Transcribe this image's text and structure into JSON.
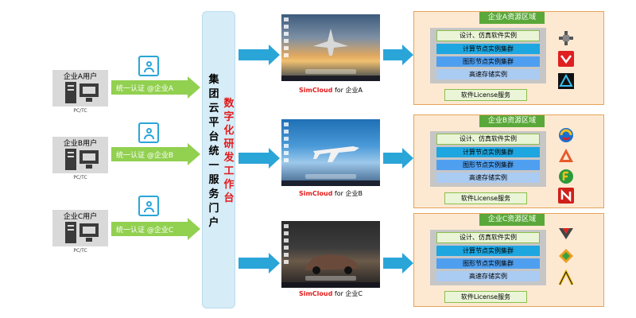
{
  "users": [
    {
      "label": "企业A用户",
      "device": "PC/TC",
      "auth": "统一认证 @企业A"
    },
    {
      "label": "企业B用户",
      "device": "PC/TC",
      "auth": "统一认证 @企业B"
    },
    {
      "label": "企业C用户",
      "device": "PC/TC",
      "auth": "统一认证 @企业C"
    }
  ],
  "portal": {
    "title_chars": [
      "集",
      "团",
      "云",
      "平",
      "台",
      "统",
      "一",
      "服",
      "务",
      "门",
      "户"
    ],
    "subtitle_chars": [
      "数",
      "字",
      "化",
      "研",
      "发",
      "工",
      "作",
      "台"
    ]
  },
  "clouds": [
    {
      "brand": "SimCloud",
      "suffix": " for 企业A"
    },
    {
      "brand": "SimCloud",
      "suffix": " for 企业B"
    },
    {
      "brand": "SimCloud",
      "suffix": " for 企业C"
    }
  ],
  "regions": [
    {
      "title": "企业A资源区域",
      "software": "设计、仿真软件实例",
      "nodes": "计算节点实例集群",
      "graphics": "图形节点实例集群",
      "storage": "高速存储实例",
      "license": "软件License服务"
    },
    {
      "title": "企业B资源区域",
      "software": "设计、仿真软件实例",
      "nodes": "计算节点实例集群",
      "graphics": "图形节点实例集群",
      "storage": "高速存储实例",
      "license": "软件License服务"
    },
    {
      "title": "企业C资源区域",
      "software": "设计、仿真软件实例",
      "nodes": "计算节点实例集群",
      "graphics": "图形节点实例集群",
      "storage": "高速存储实例",
      "license": "软件License服务"
    }
  ],
  "colors": {
    "green_arrow": "#92d050",
    "blue_arrow": "#2aa5d8",
    "portal_bg": "#d6ecf7",
    "region_bg": "#fde9d2",
    "region_title": "#5aa83a",
    "accent_red": "#e31a1a"
  }
}
